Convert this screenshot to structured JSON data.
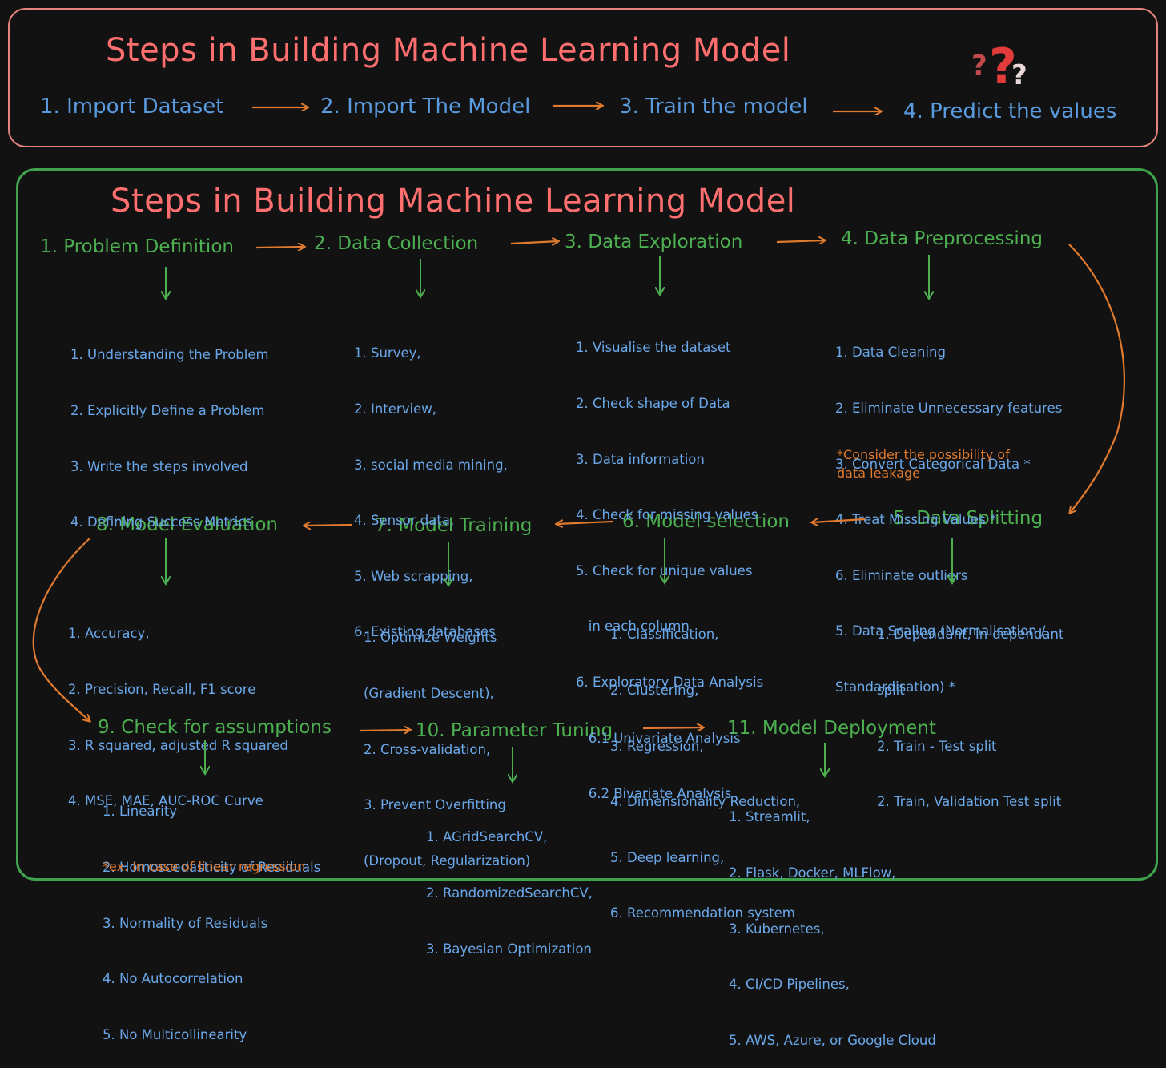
{
  "top": {
    "title": "Steps in Building Machine Learning Model",
    "steps": [
      "1. Import Dataset",
      "2. Import The Model",
      "3. Train the model",
      "4. Predict the values"
    ]
  },
  "main": {
    "title": "Steps in Building Machine Learning Model",
    "steps": [
      {
        "heading": "1. Problem Definition",
        "items": [
          "1. Understanding the Problem",
          "2. Explicitly Define a Problem",
          "3. Write the steps involved",
          "4. Defining Success Metrics"
        ]
      },
      {
        "heading": "2. Data Collection",
        "items": [
          "1. Survey,",
          "2. Interview,",
          "3. social media mining,",
          "4. Sensor data,",
          "5. Web scrapping,",
          "6. Existing databases"
        ]
      },
      {
        "heading": "3. Data Exploration",
        "items": [
          "1. Visualise the dataset",
          "2. Check shape of Data",
          "3. Data information",
          "4. Check for missing values",
          "5. Check for unique values",
          "   in each column",
          "6. Exploratory Data Analysis",
          "   6.1 Univariate Analysis",
          "   6.2 Bivariate Analysis"
        ]
      },
      {
        "heading": "4. Data Preprocessing",
        "items": [
          "1. Data Cleaning",
          "2. Eliminate Unnecessary features",
          "3. Convert Categorical Data *",
          "4. Treat Missing Values *",
          "6. Eliminate outliers",
          "5. Data Scaling (Normalisation /",
          "Standardisation) *"
        ],
        "note": "*Consider the possibility of\ndata leakage"
      },
      {
        "heading": "5. Data Splitting",
        "items": [
          "1. Dependant, In-dependant",
          "split",
          "2. Train - Test split",
          "2. Train, Validation Test split"
        ]
      },
      {
        "heading": "6. Model selection",
        "items": [
          "1. Classification,",
          "2. Clustering,",
          "3. Regression,",
          "4. Dimensionality Reduction,",
          "5. Deep learning,",
          "6. Recommendation system"
        ]
      },
      {
        "heading": "7. Model Training",
        "items": [
          "1. Optimize Weights",
          "(Gradient Descent),",
          "2. Cross-validation,",
          "3. Prevent Overfitting",
          "(Dropout, Regularization)"
        ]
      },
      {
        "heading": "8. Model Evaluation",
        "items": [
          "1. Accuracy,",
          "2. Precision, Recall, F1 score",
          "3. R squared, adjusted R squared",
          "4. MSE, MAE, AUC-ROC Curve"
        ]
      },
      {
        "heading": "9. Check for assumptions",
        "items": [
          "1. Linearity",
          "2. Homoscedasticity of Residuals",
          "3. Normality of Residuals",
          "4. No Autocorrelation",
          "5. No Multicollinearity"
        ],
        "note": "*ex. In case of linear regression"
      },
      {
        "heading": "10. Parameter Tuning",
        "items": [
          "1. AGridSearchCV,",
          "2. RandomizedSearchCV,",
          "3. Bayesian Optimization"
        ]
      },
      {
        "heading": "11. Model Deployment",
        "items": [
          "1. Streamlit,",
          "2. Flask, Docker, MLFlow,",
          "3. Kubernetes,",
          "4. CI/CD Pipelines,",
          "5. AWS, Azure, or Google Cloud"
        ]
      }
    ]
  },
  "colors": {
    "title": "#ff6f6f",
    "heading": "#4caf50",
    "items": "#6aa8ea",
    "arrow_flow": "#e07a2e",
    "arrow_down": "#4caf50",
    "top_border": "#e8847f",
    "main_border": "#3fa34d",
    "background": "#121212"
  },
  "icons": [
    "question-marks-icon"
  ]
}
